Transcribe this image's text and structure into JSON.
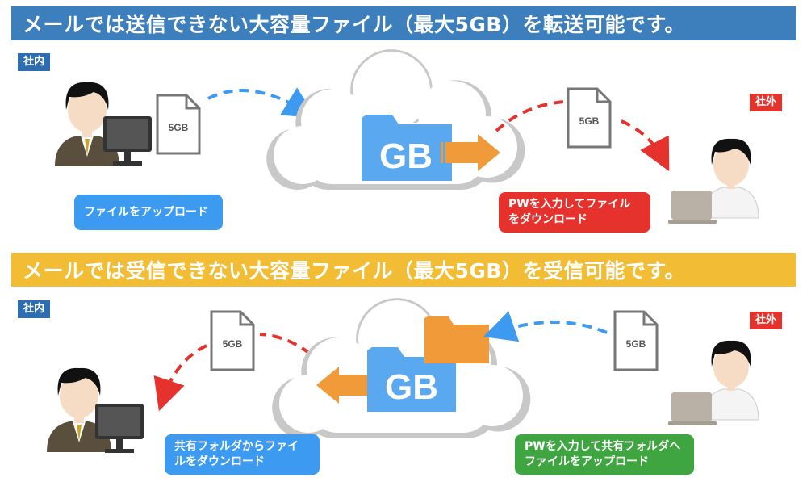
{
  "section_upload": {
    "title": "メールでは送信できない大容量ファイル（最大5GB）を転送可能です。",
    "internal_tag": "社内",
    "external_tag": "社外",
    "file_size": "5GB",
    "cloud_label": "GB",
    "step_left": "ファイルをアップロード",
    "step_right_line1": "PWを入力してファイル",
    "step_right_line2": "をダウンロード"
  },
  "section_receive": {
    "title": "メールでは受信できない大容量ファイル（最大5GB）を受信可能です。",
    "internal_tag": "社内",
    "external_tag": "社外",
    "file_size": "5GB",
    "cloud_label": "GB",
    "step_left_line1": "共有フォルダからファイ",
    "step_left_line2": "ルをダウンロード",
    "step_right_line1": "PWを入力して共有フォルダへ",
    "step_right_line2": "ファイルをアップロード"
  },
  "colors": {
    "banner_blue": "#3d7ebd",
    "banner_yellow": "#f2bd34",
    "tag_internal": "#2f6db1",
    "tag_external": "#e5322d",
    "folder_blue": "#5aa8ef",
    "arrow_orange": "#f09a3a",
    "label_blue": "#3d9af1",
    "label_red": "#e5322d",
    "label_green": "#3fa540"
  }
}
